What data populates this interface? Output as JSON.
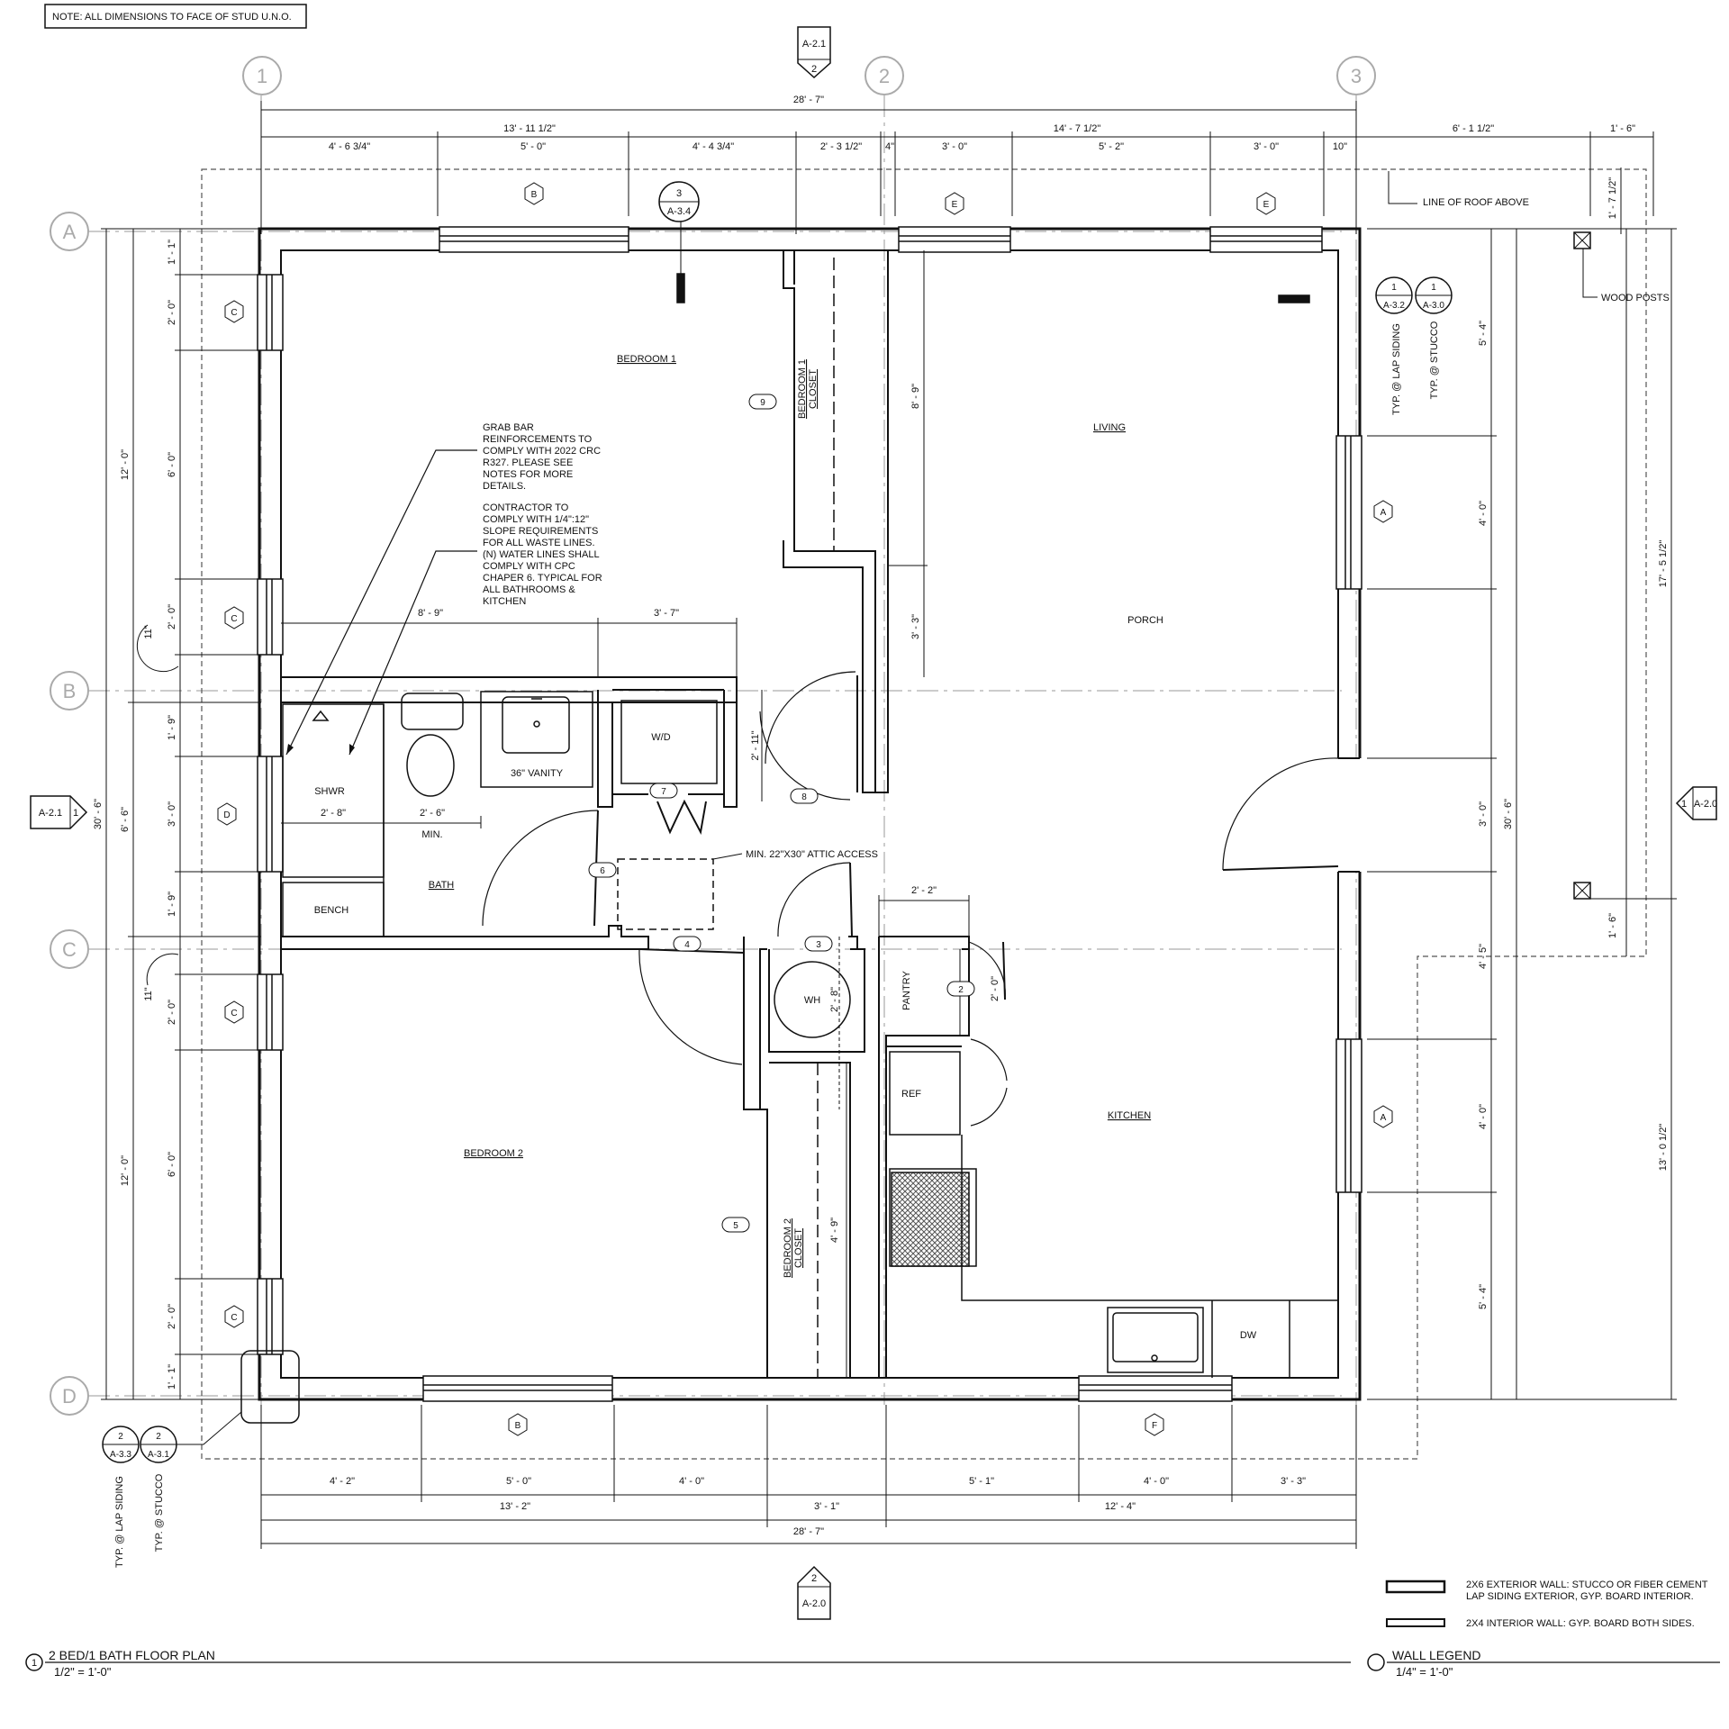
{
  "sheet": {
    "note": "NOTE:  ALL DIMENSIONS TO FACE OF STUD U.N.O.",
    "title": "2 BED/1 BATH FLOOR PLAN",
    "title_num": "1",
    "scale": "1/2\" = 1'-0\"",
    "legend_title": "WALL LEGEND",
    "legend_scale": "1/4\" = 1'-0\""
  },
  "grid": {
    "cols": [
      "1",
      "2",
      "3"
    ],
    "rows": [
      "A",
      "B",
      "C",
      "D"
    ]
  },
  "rooms": {
    "bedroom1": "BEDROOM 1",
    "bedroom1_closet_a": "BEDROOM 1",
    "bedroom1_closet_b": "CLOSET",
    "living": "LIVING",
    "porch": "PORCH",
    "shwr": "SHWR",
    "bench": "BENCH",
    "bath": "BATH",
    "vanity": "36\" VANITY",
    "wd": "W/D",
    "wh": "WH",
    "pantry": "PANTRY",
    "ref": "REF",
    "kitchen": "KITCHEN",
    "dw": "DW",
    "bedroom2": "BEDROOM 2",
    "bedroom2_closet_a": "BEDROOM 2",
    "bedroom2_closet_b": "CLOSET",
    "min": "MIN."
  },
  "notes": {
    "grab_bar": [
      "GRAB BAR",
      "REINFORCEMENTS TO",
      "COMPLY WITH 2022 CRC",
      "R327. PLEASE SEE",
      "NOTES FOR MORE",
      "DETAILS."
    ],
    "contractor": [
      "CONTRACTOR TO",
      "COMPLY WITH 1/4\":12\"",
      "SLOPE REQUIREMENTS",
      "FOR ALL WASTE LINES.",
      "(N) WATER LINES SHALL",
      "COMPLY WITH CPC",
      "CHAPER 6. TYPICAL FOR",
      "ALL BATHROOMS &",
      "KITCHEN"
    ],
    "attic": "MIN. 22\"X30\" ATTIC ACCESS",
    "roof": "LINE OF ROOF ABOVE",
    "posts": "WOOD POSTS",
    "typ_lap_siding": "TYP. @ LAP SIDING",
    "typ_stucco": "TYP. @ STUCCO"
  },
  "dimensions": {
    "top_overall": "28' - 7\"",
    "top_left": "13' - 11 1/2\"",
    "top_right": "14' - 7 1/2\"",
    "top_porch": "6' - 1 1/2\"",
    "top_post": "1' - 6\"",
    "top_d1": "4' - 6 3/4\"",
    "top_d2": "5' - 0\"",
    "top_d3": "4' - 4 3/4\"",
    "top_d4": "2' - 3 1/2\"",
    "top_d5": "4\"",
    "top_d6": "3' - 0\"",
    "top_d7": "5' - 2\"",
    "top_d8": "3' - 0\"",
    "top_d9": "10\"",
    "bot_d1": "4' - 2\"",
    "bot_d2": "5' - 0\"",
    "bot_d3": "4' - 0\"",
    "bot_d4": "5' - 1\"",
    "bot_d5": "4' - 0\"",
    "bot_d6": "3' - 3\"",
    "bot_s1": "13' - 2\"",
    "bot_s2": "3' - 1\"",
    "bot_s3": "12' - 4\"",
    "bot_overall": "28' - 7\"",
    "left_overall": "30' - 6\"",
    "left_s1": "12' - 0\"",
    "left_s2": "6' - 6\"",
    "left_s3": "12' - 0\"",
    "left_d1": "1' - 1\"",
    "left_d2": "2' - 0\"",
    "left_d3": "6' - 0\"",
    "left_d4": "2' - 0\"",
    "left_d5": "1' - 9\"",
    "left_d6": "3' - 0\"",
    "left_d7": "1' - 9\"",
    "left_d8": "2' - 0\"",
    "left_d9": "6' - 0\"",
    "left_d10": "2' - 0\"",
    "left_d11": "1' - 1\"",
    "left_11a": "11\"",
    "left_11b": "11\"",
    "right_d1": "5' - 4\"",
    "right_d2": "4' - 0\"",
    "right_d3": "3' - 0\"",
    "right_d4": "4' - 5\"",
    "right_d5": "4' - 0\"",
    "right_d6": "5' - 4\"",
    "right_overall": "30' - 6\"",
    "right_porch": "17' - 5 1/2\"",
    "right_porch2": "13' - 0 1/2\"",
    "right_post1": "1' - 7 1/2\"",
    "right_post2": "1' - 6\"",
    "int_89": "8' - 9\"",
    "int_37": "3' - 7\"",
    "int_28": "2' - 8\"",
    "int_26": "2' - 6\"",
    "int_89v": "8' - 9\"",
    "int_33": "3' - 3\"",
    "int_211": "2' - 11\"",
    "int_22": "2' - 2\"",
    "int_28b": "2' - 8\"",
    "int_20": "2' - 0\"",
    "int_49": "4' - 9\""
  },
  "tags": {
    "window_b": "B",
    "window_e": "E",
    "window_c": "C",
    "window_d": "D",
    "window_a": "A",
    "window_f": "F",
    "door_2": "2",
    "door_3": "3",
    "door_4": "4",
    "door_5": "5",
    "door_6": "6",
    "door_7": "7",
    "door_8": "8",
    "door_9": "9"
  },
  "callouts": {
    "a21_top_num": "A-2.1",
    "a21_top_sub": "2",
    "a34_num": "3",
    "a34_ref": "A-3.4",
    "a32_num": "1",
    "a32_ref": "A-3.2",
    "a30_num": "1",
    "a30_ref": "A-3.0",
    "a21_left_ref": "A-2.1",
    "a21_left_num": "1",
    "a20_right_ref": "A-2.0",
    "a20_right_num": "1",
    "a33_num": "2",
    "a33_ref": "A-3.3",
    "a31_num": "2",
    "a31_ref": "A-3.1",
    "a20_bot_num": "2",
    "a20_bot_ref": "A-2.0"
  },
  "legend": {
    "ext": [
      "2X6 EXTERIOR WALL: STUCCO OR FIBER CEMENT",
      "LAP SIDING EXTERIOR, GYP. BOARD INTERIOR."
    ],
    "int": "2X4 INTERIOR WALL: GYP. BOARD BOTH SIDES."
  }
}
